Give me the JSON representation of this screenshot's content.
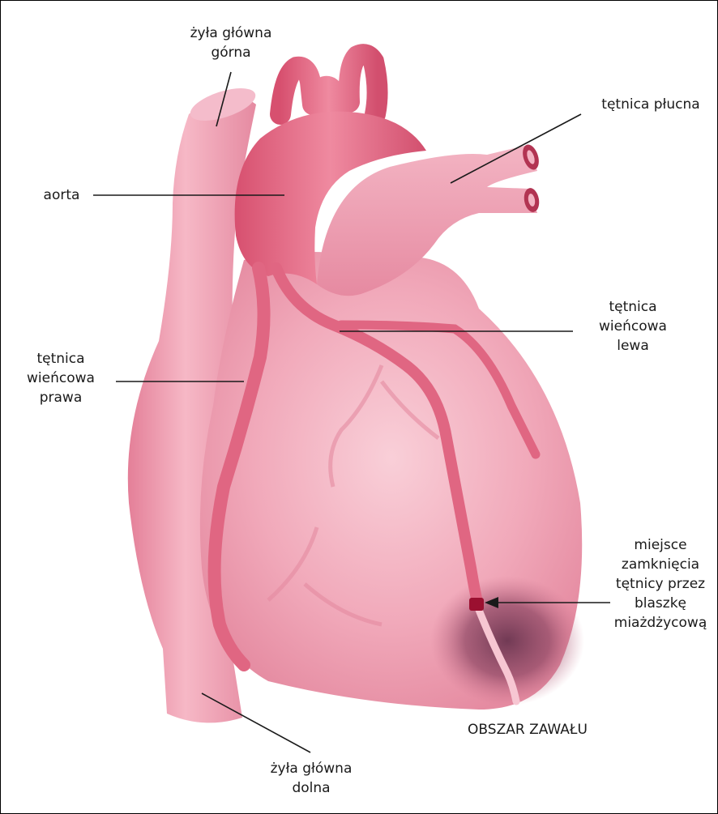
{
  "colors": {
    "tissue": "#ef9fb2",
    "tissue_dark": "#d9506f",
    "aorta": "#e1607e",
    "infarct": "#6b3550",
    "plaque": "#9b1030"
  },
  "labels": {
    "svc": [
      "żyła główna",
      "górna"
    ],
    "pulmonary": "tętnica płucna",
    "aorta": "aorta",
    "lca": [
      "tętnica",
      "wieńcowa",
      "lewa"
    ],
    "rca": [
      "tętnica",
      "wieńcowa",
      "prawa"
    ],
    "occlusion": [
      "miejsce",
      "zamknięcia",
      "tętnicy przez",
      "blaszkę",
      "miażdżycową"
    ],
    "infarct": "OBSZAR ZAWAŁU",
    "ivc": [
      "żyła główna",
      "dolna"
    ]
  }
}
